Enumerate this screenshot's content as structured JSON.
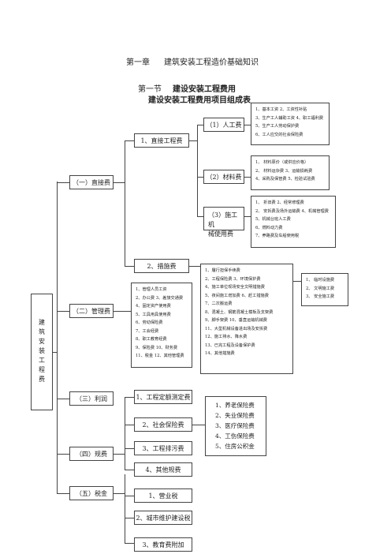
{
  "chapter": {
    "label": "第一章",
    "title": "建筑安装工程造价基础知识"
  },
  "section": {
    "label": "第一节",
    "title": "建设安装工程费用"
  },
  "table_title": "建设安装工程费用项目组成表",
  "root": "建筑安装工程费",
  "categories": [
    "（一）直接费",
    "（二）管理费",
    "（三）利润",
    "（四）规费",
    "（五）税金"
  ],
  "direct": {
    "direct_eng": "1、直接工程费",
    "labor": "（1）人工费",
    "labor_items": [
      "1、基本工资  2、工资性补贴",
      "3、生产工人辅助工资  4、职工福利费",
      "5、生产工人劳动保护费",
      "6、工人应交的社会保险费"
    ],
    "material": "（2）材料费",
    "material_items": [
      "1、 材料原价（或供应价格）",
      "2、 材料运杂费  3、运输损耗费",
      "4、采购及保管费  5、检验试验费"
    ],
    "machine_line1": "（3）施工机",
    "machine_line2": "械使用费",
    "machine_items": [
      "1、 折旧费  2、经常修理费",
      "2、 安拆费及场外运输费  4、机械管理费",
      "5、机械台班人工费",
      "6、燃料动力费",
      "7、养路费及车船使用税"
    ],
    "measures": "2、措施费",
    "measures_items": [
      "1、履行担保手续费",
      "2、工程保险费 3、环境保护费",
      "4、施工单位现场安全文明措施费",
      "5、夜间施工增加费  6、赶工措施费",
      "7、二次搬运费",
      "8、混凝土、钢筋混凝土模板及支架费",
      "9、脚手架费  10、垂直运输机械费",
      "11、大型机械设备进出场及安拆费",
      "12、施工排水、降水费",
      "13、已完工程及设备保护费",
      "14、其他措施费"
    ],
    "side_items": [
      "1、 临时设施费",
      "2、 文明施工费",
      "3、 安全施工费"
    ]
  },
  "management_items": [
    "1、管理人员工资",
    "2、办公费 3、差旅交通费",
    "4、固定资产使用费",
    "5、工具用具使用费",
    "6、劳动保险费",
    "7、工会经费",
    "8、职工教育经费",
    "9、保险费  10、财务费",
    "11、税金 12、其他管理费"
  ],
  "fees": {
    "items": [
      "1、工程定额测定费",
      "2、社会保险费",
      "3、工程排污费",
      "4、其他规费"
    ],
    "social": [
      "1、养老保险费",
      "2、失业保险费",
      "3、医疗保险费",
      "4、工伤保险费",
      "5、住房公积金"
    ]
  },
  "tax_items": [
    "1、营业税",
    "2、城市维护建设税",
    "3、教育费附加"
  ]
}
